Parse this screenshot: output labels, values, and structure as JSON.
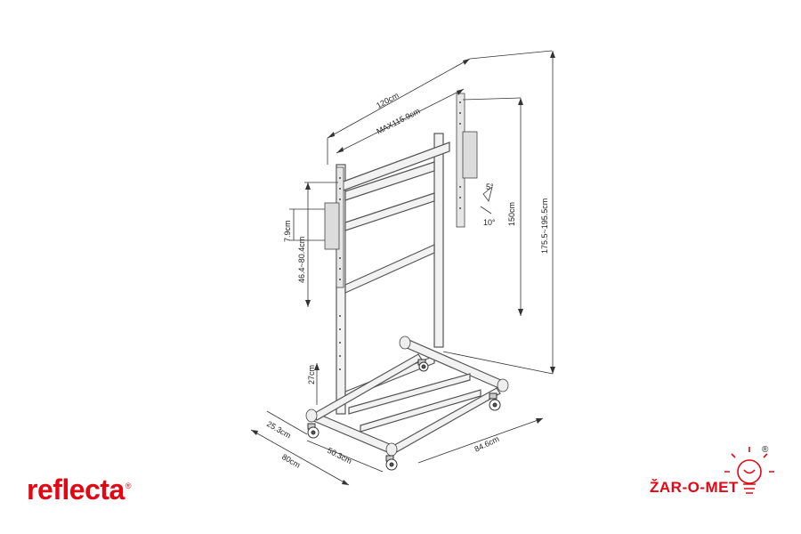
{
  "dimensions": {
    "overall_width": "120cm",
    "max_width": "MAX115.9cm",
    "bracket_hole_spacing": "7.9cm",
    "bracket_height": "46.4~80.4cm",
    "screen_height": "150cm",
    "overall_height": "175.5~195.5cm",
    "tilt_up": "5°",
    "tilt_down": "10°",
    "shelf_height": "27cm",
    "side_offset": "25.3cm",
    "base_depth": "80cm",
    "inner_depth": "50.3cm",
    "base_width": "84.6cm"
  },
  "brand": {
    "logo_text": "reflecta",
    "registered": "®",
    "dealer_text": "ŽAR-O-MET",
    "dealer_registered": "®"
  },
  "colors": {
    "brand_red": "#e30613",
    "line": "#333333",
    "frame": "#555555"
  }
}
